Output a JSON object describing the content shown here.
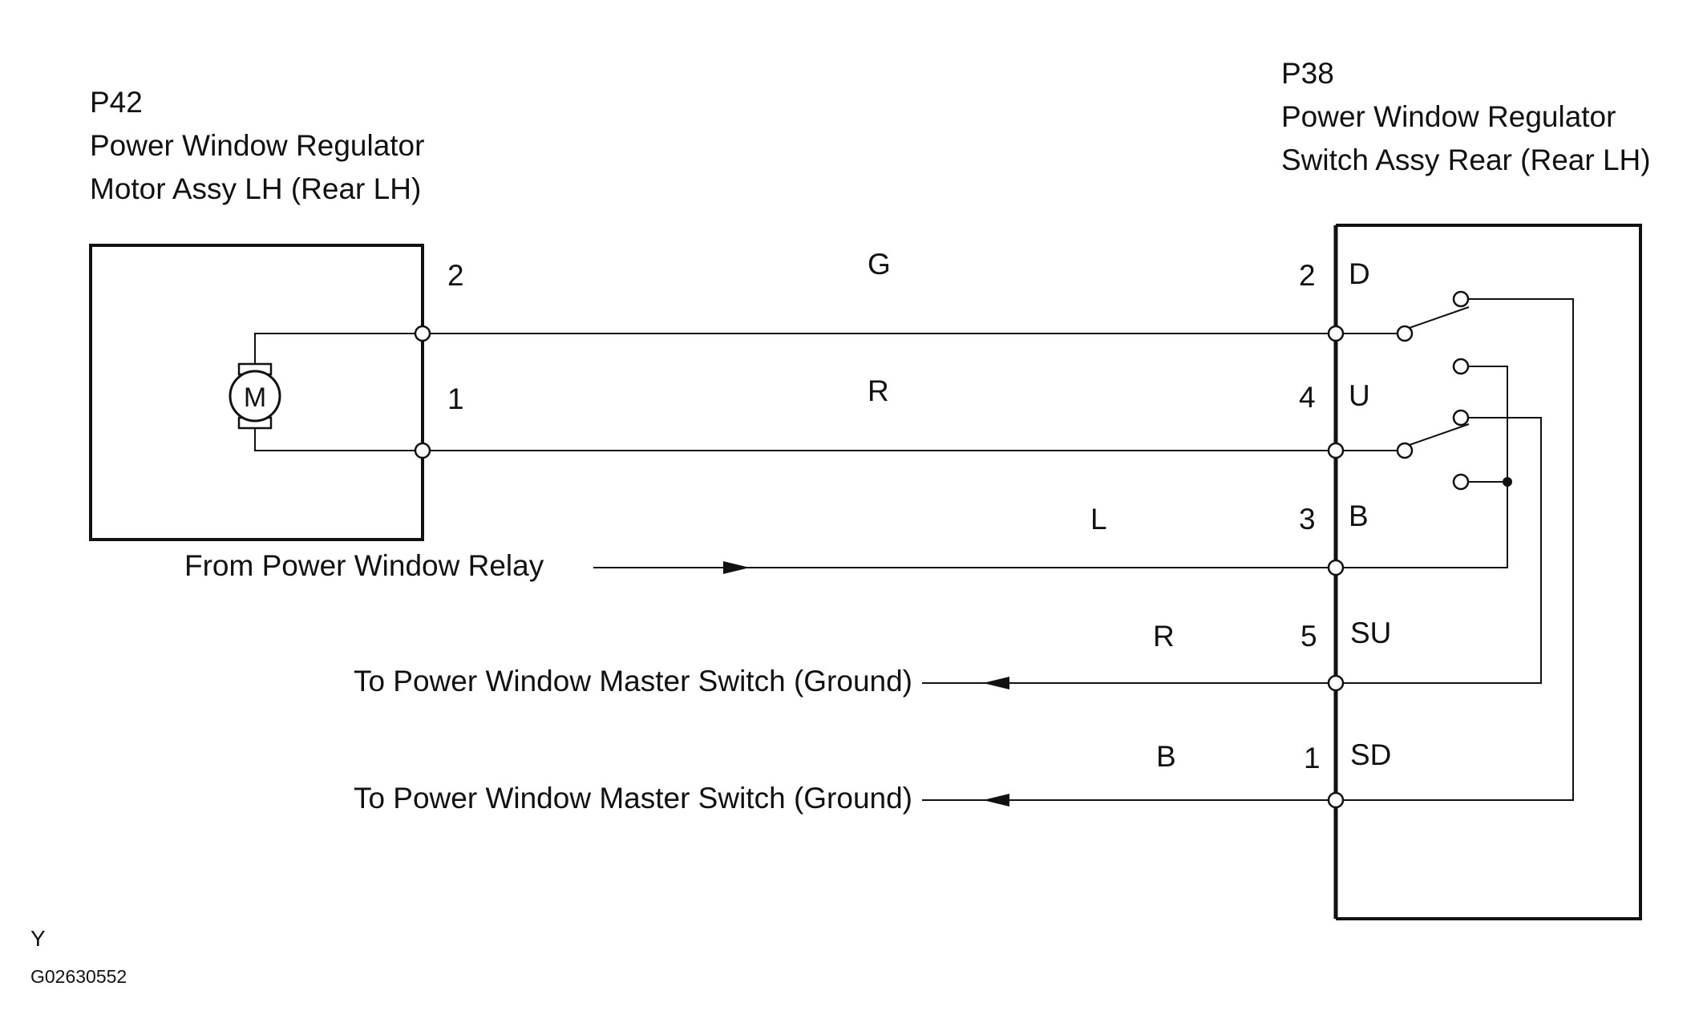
{
  "components": {
    "motor": {
      "code": "P42",
      "name_line1": "Power Window Regulator",
      "name_line2": "Motor Assy LH (Rear LH)",
      "symbol": "M",
      "pins": [
        {
          "number": "2"
        },
        {
          "number": "1"
        }
      ]
    },
    "switch": {
      "code": "P38",
      "name_line1": "Power Window Regulator",
      "name_line2": "Switch Assy Rear (Rear LH)",
      "pins": [
        {
          "number": "2",
          "name": "D"
        },
        {
          "number": "4",
          "name": "U"
        },
        {
          "number": "3",
          "name": "B"
        },
        {
          "number": "5",
          "name": "SU"
        },
        {
          "number": "1",
          "name": "SD"
        }
      ]
    }
  },
  "wires": [
    {
      "color": "G"
    },
    {
      "color": "R"
    },
    {
      "color": "L"
    },
    {
      "color": "R"
    },
    {
      "color": "B"
    }
  ],
  "connections": {
    "relay": "From Power Window Relay",
    "ground_su": "To Power Window Master Switch (Ground)",
    "ground_sd": "To Power Window Master Switch (Ground)"
  },
  "footer": {
    "code_letter": "Y",
    "figure_id": "G02630552"
  }
}
